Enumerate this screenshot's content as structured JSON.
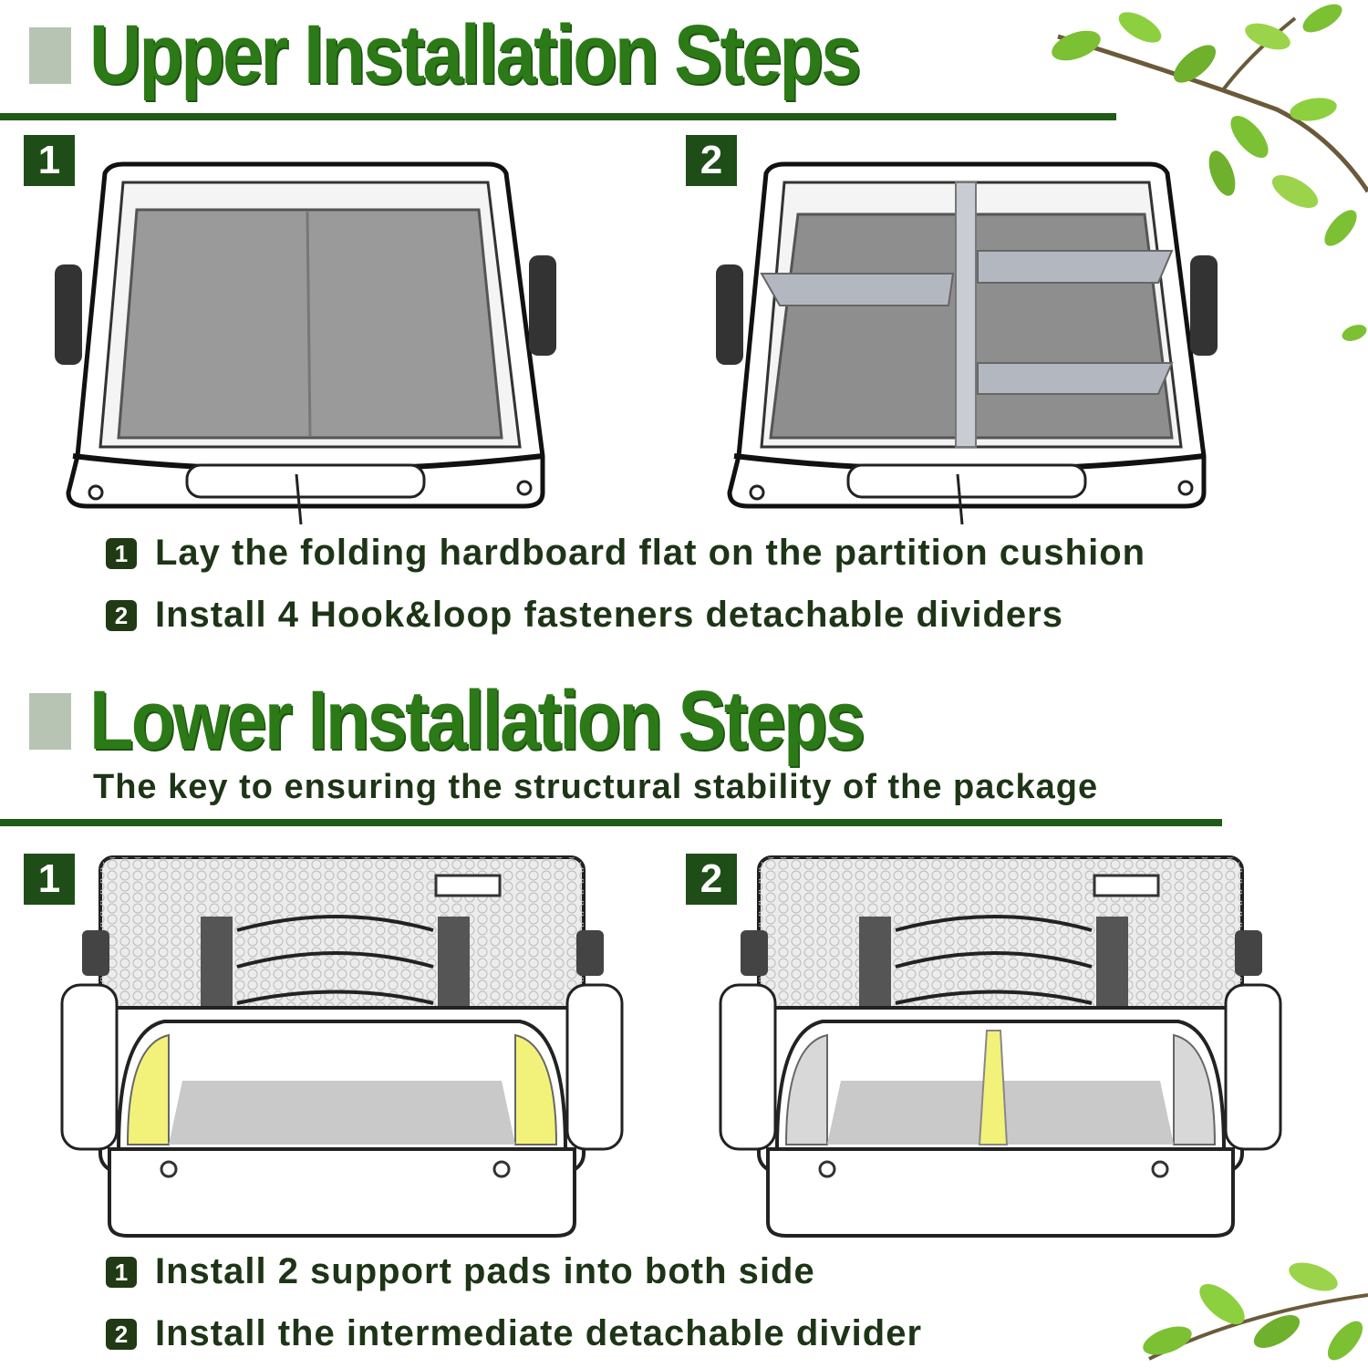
{
  "upper": {
    "title": "Upper Installation Steps",
    "step1_number": "1",
    "step2_number": "2",
    "captions": [
      {
        "number": "1",
        "text": "Lay the folding hardboard flat on the partition cushion"
      },
      {
        "number": "2",
        "text": "Install 4 Hook&loop fasteners detachable dividers"
      }
    ]
  },
  "lower": {
    "title": "Lower Installation Steps",
    "subtitle": "The key to ensuring the structural stability of the package",
    "step1_number": "1",
    "step2_number": "2",
    "captions": [
      {
        "number": "1",
        "text": "Install 2 support pads into both side"
      },
      {
        "number": "2",
        "text": "Install the intermediate detachable divider"
      }
    ]
  },
  "colors": {
    "title_green": "#2c7a17",
    "rule_green": "#1f5a16",
    "badge_green": "#1f4d18",
    "highlight_yellow": "#f2f27a",
    "panel_gray": "#8c8c8c",
    "leaf_green": "#7cc034"
  }
}
